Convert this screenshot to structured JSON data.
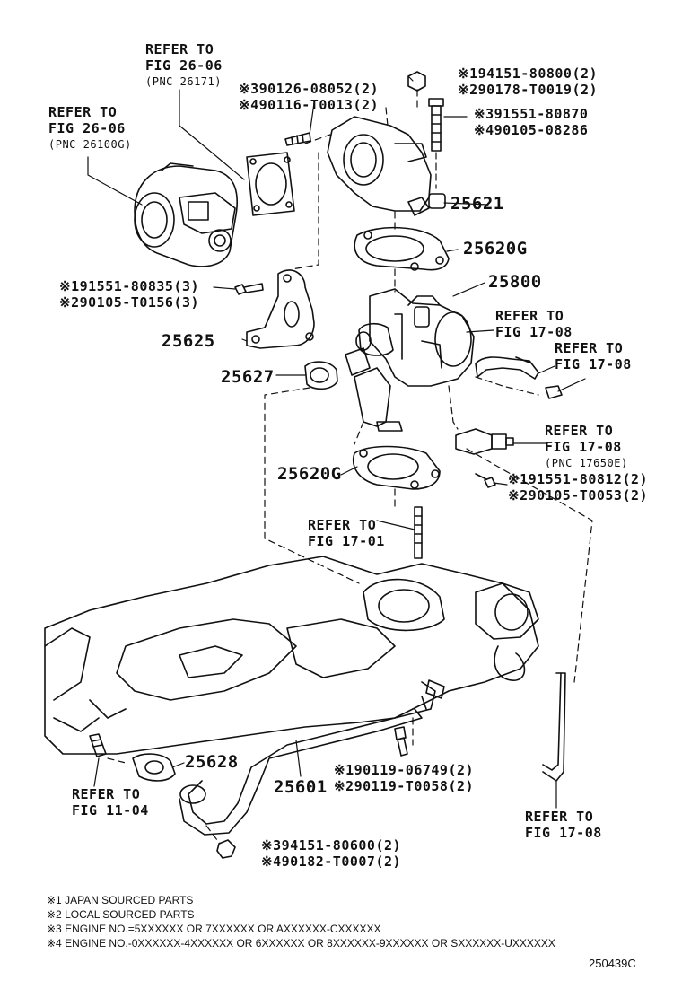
{
  "refs": {
    "r_top_center": {
      "l1": "REFER TO",
      "l2": "FIG 26-06",
      "l3": "(PNC 26171)"
    },
    "r_top_left": {
      "l1": "REFER TO",
      "l2": "FIG 26-06",
      "l3": "(PNC 26100G)"
    },
    "r_mid_right1": {
      "l1": "REFER TO",
      "l2": "FIG 17-08"
    },
    "r_mid_right2": {
      "l1": "REFER TO",
      "l2": "FIG 17-08"
    },
    "r_sensor": {
      "l1": "REFER TO",
      "l2": "FIG 17-08",
      "l3": "(PNC 17650E)"
    },
    "r_center": {
      "l1": "REFER TO",
      "l2": "FIG 17-01"
    },
    "r_bottom_left": {
      "l1": "REFER TO",
      "l2": "FIG 11-04"
    },
    "r_bottom_right": {
      "l1": "REFER TO",
      "l2": "FIG 17-08"
    }
  },
  "parts": {
    "p1": "25621",
    "p2": "25620G",
    "p3": "25800",
    "p4": "25625",
    "p5": "25627",
    "p6": "25620G",
    "p7": "25628",
    "p8": "25601"
  },
  "fasteners": {
    "f_top_stud": {
      "a": "※390126-08052(2)",
      "b": "※490116-T0013(2)"
    },
    "f_nut_top": {
      "a": "※194151-80800(2)",
      "b": "※290178-T0019(2)"
    },
    "f_bolt_top": {
      "a": "※391551-80870",
      "b": "※490105-08286"
    },
    "f_bracket": {
      "a": "※191551-80835(3)",
      "b": "※290105-T0156(3)"
    },
    "f_egr_bolt": {
      "a": "※191551-80812(2)",
      "b": "※290105-T0053(2)"
    },
    "f_pipe_bolt": {
      "a": "※190119-06749(2)",
      "b": "※290119-T0058(2)"
    },
    "f_pipe_nut": {
      "a": "※394151-80600(2)",
      "b": "※490182-T0007(2)"
    }
  },
  "notes": {
    "n1": "※1 JAPAN SOURCED PARTS",
    "n2": "※2 LOCAL SOURCED PARTS",
    "n3": "※3 ENGINE NO.=5XXXXXX OR 7XXXXXX OR AXXXXXX-CXXXXXX",
    "n4": "※4 ENGINE NO.-0XXXXXX-4XXXXXX OR 6XXXXXX OR 8XXXXXX-9XXXXXX OR SXXXXXX-UXXXXXX"
  },
  "figure_code": "250439C"
}
